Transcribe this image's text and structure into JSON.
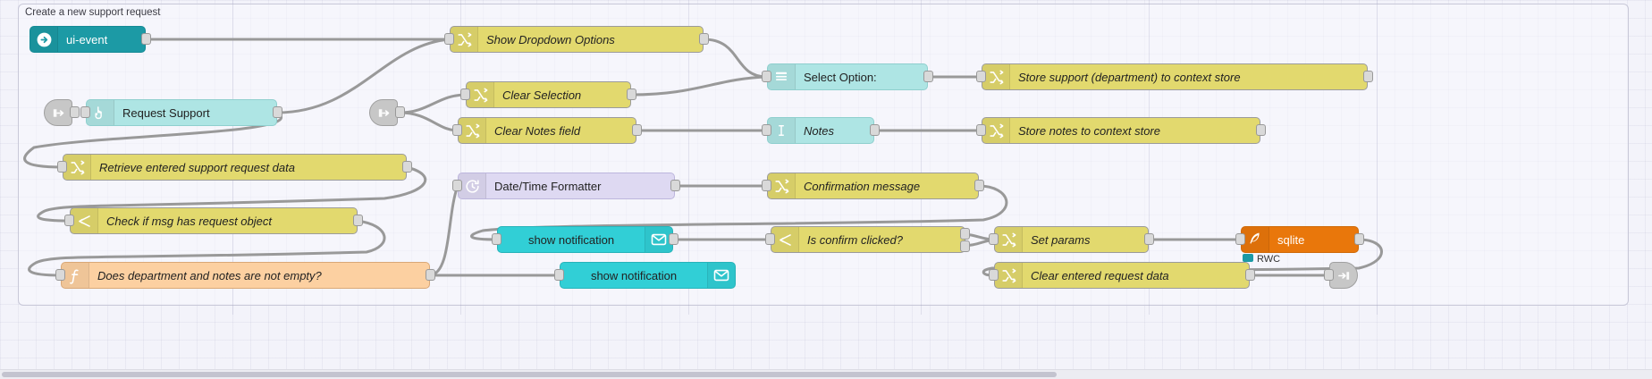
{
  "workspace": {
    "group_label": "Create a new support request",
    "accent_colors": {
      "ui_event": "#1c9aa5",
      "change": "#e2d96e",
      "switch": "#e2d96e",
      "function": "#fcd0a1",
      "ui_widget": "#aee5e4",
      "notification": "#31cfd6",
      "date_formatter": "#ded9f2",
      "sqlite": "#e9770b",
      "link": "#c7c7c7",
      "wire": "#999999"
    }
  },
  "nodes": [
    {
      "id": "ui-event",
      "label": "ui-event",
      "icon": "arrow-right-circle-icon",
      "type": "ui_event"
    },
    {
      "id": "show-dropdown",
      "label": "Show Dropdown Options",
      "icon": "change-icon",
      "type": "change"
    },
    {
      "id": "select-option",
      "label": "Select Option:",
      "icon": "dropdown-list-icon",
      "type": "ui_widget"
    },
    {
      "id": "store-support",
      "label": "Store support (department) to context store",
      "icon": "change-icon",
      "type": "change"
    },
    {
      "id": "link-in-1",
      "label": "",
      "icon": "link-in-icon",
      "type": "link"
    },
    {
      "id": "request-support",
      "label": "Request Support",
      "icon": "button-click-icon",
      "type": "ui_widget"
    },
    {
      "id": "link-in-2",
      "label": "",
      "icon": "link-in-icon",
      "type": "link"
    },
    {
      "id": "clear-selection",
      "label": "Clear Selection",
      "icon": "change-icon",
      "type": "change"
    },
    {
      "id": "clear-notes",
      "label": "Clear Notes field",
      "icon": "change-icon",
      "type": "change"
    },
    {
      "id": "notes",
      "label": "Notes",
      "icon": "text-input-icon",
      "type": "ui_widget"
    },
    {
      "id": "store-notes",
      "label": "Store notes to context store",
      "icon": "change-icon",
      "type": "change"
    },
    {
      "id": "retrieve-data",
      "label": "Retrieve entered support request data",
      "icon": "change-icon",
      "type": "change"
    },
    {
      "id": "date-formatter",
      "label": "Date/Time Formatter",
      "icon": "clock-icon",
      "type": "date_formatter"
    },
    {
      "id": "confirmation",
      "label": "Confirmation message",
      "icon": "change-icon",
      "type": "change"
    },
    {
      "id": "check-msg",
      "label": "Check if msg has request object",
      "icon": "switch-icon",
      "type": "switch"
    },
    {
      "id": "show-notif-1",
      "label": "show notification",
      "icon": "envelope-icon",
      "type": "notification"
    },
    {
      "id": "is-confirm",
      "label": "Is confirm clicked?",
      "icon": "switch-icon",
      "type": "switch"
    },
    {
      "id": "set-params",
      "label": "Set params",
      "icon": "change-icon",
      "type": "change"
    },
    {
      "id": "sqlite",
      "label": "sqlite",
      "icon": "feather-icon",
      "type": "sqlite"
    },
    {
      "id": "dept-notes-fn",
      "label": "Does department and notes are not empty?",
      "icon": "function-icon",
      "type": "function"
    },
    {
      "id": "show-notif-2",
      "label": "show notification",
      "icon": "envelope-icon",
      "type": "notification"
    },
    {
      "id": "clear-request",
      "label": "Clear entered request data",
      "icon": "change-icon",
      "type": "change"
    },
    {
      "id": "link-out-1",
      "label": "",
      "icon": "link-out-icon",
      "type": "link"
    }
  ],
  "status": {
    "sqlite_status_label": "RWC"
  }
}
